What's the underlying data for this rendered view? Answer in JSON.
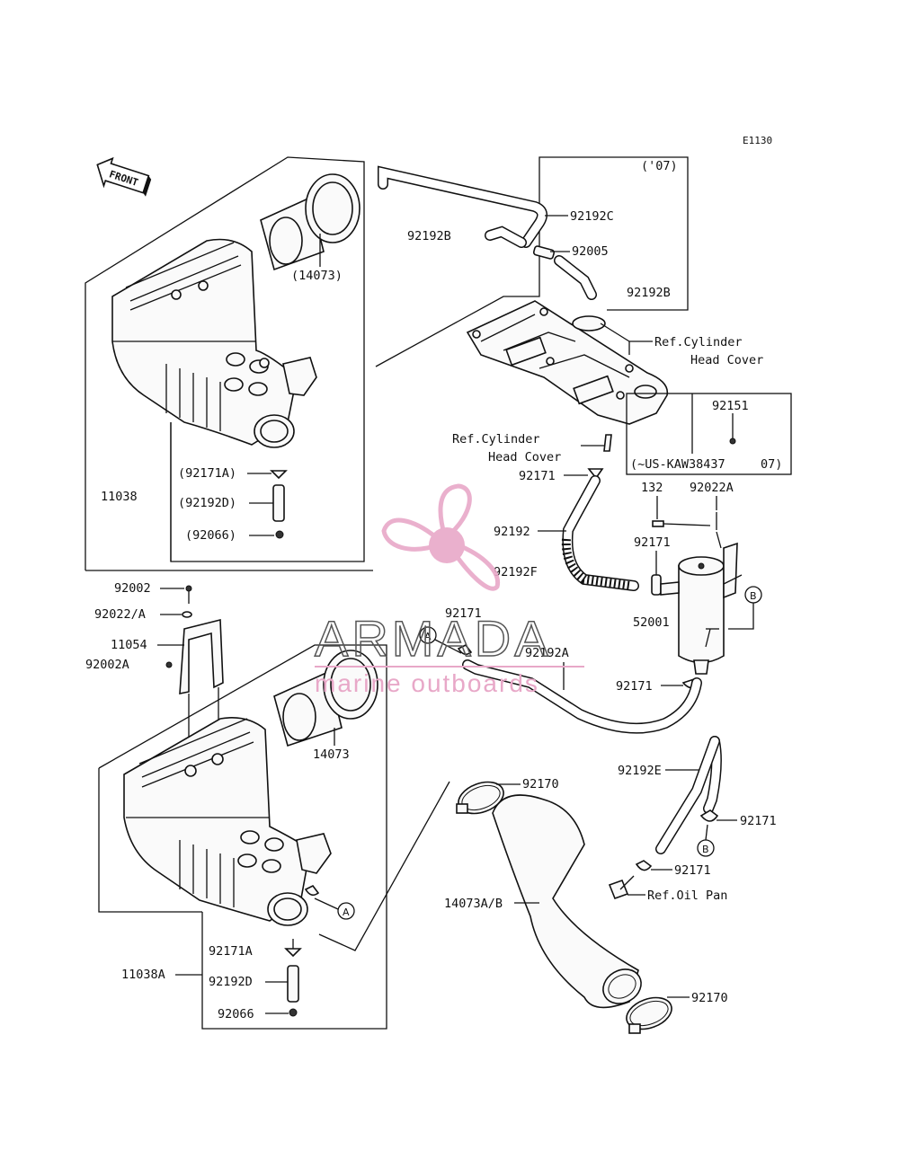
{
  "diagram_code": "E1130",
  "front_arrow_label": "FRONT",
  "year_note": "('07)",
  "parts": {
    "p14073_paren": "(14073)",
    "p11038": "11038",
    "p92171A_paren": "(92171A)",
    "p92192D_paren": "(92192D)",
    "p92066_paren": "(92066)",
    "p92192C": "92192C",
    "p92192B_left": "92192B",
    "p92005": "92005",
    "p92192B_right": "92192B",
    "ref_cyl_head_1": "Ref.Cylinder",
    "ref_cyl_head_2": "Head Cover",
    "ref_cyl_head_3": "Ref.Cylinder",
    "ref_cyl_head_4": "Head Cover",
    "p92151": "92151",
    "us_kaw_note": "(~US-KAW38437",
    "us_kaw_year": "07)",
    "p92171_a": "92171",
    "p132": "132",
    "p92022A": "92022A",
    "p92192": "92192",
    "p92171_b": "92171",
    "p92192F": "92192F",
    "p92171_c": "92171",
    "p52001": "52001",
    "p92002": "92002",
    "p92022_A": "92022/A",
    "p11054": "11054",
    "p92002A": "92002A",
    "p14073": "14073",
    "p92192A": "92192A",
    "p92171_d": "92171",
    "p92192E": "92192E",
    "p92170_a": "92170",
    "p92171_e": "92171",
    "p92171_f": "92171",
    "ref_oil_pan": "Ref.Oil Pan",
    "p14073A_B": "14073A/B",
    "p92170_b": "92170",
    "p92171A": "92171A",
    "p11038A": "11038A",
    "p92192D": "92192D",
    "p92066": "92066"
  },
  "markers": {
    "A": "A",
    "B": "B"
  },
  "watermark": {
    "brand": "ARMADA",
    "tagline": "marine outboards",
    "color": "#e8a8c8"
  }
}
